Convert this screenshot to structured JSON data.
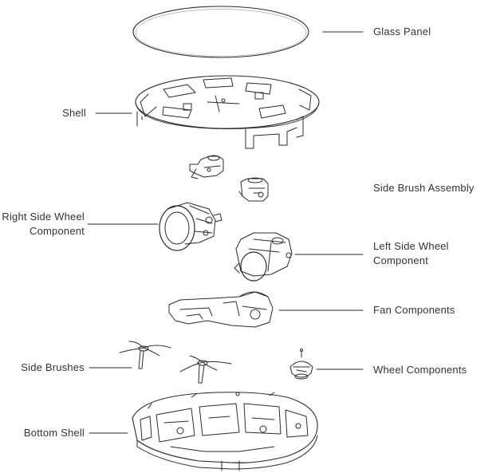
{
  "colors": {
    "line": "#2b2b2b",
    "text": "#333333",
    "background": "#ffffff"
  },
  "labels": {
    "glass_panel": "Glass Panel",
    "shell": "Shell",
    "side_brush_assembly": "Side Brush Assembly",
    "right_side_wheel_line1": "Right Side Wheel",
    "right_side_wheel_line2": "Component",
    "left_side_wheel_line1": "Left Side Wheel",
    "left_side_wheel_line2": "Component",
    "fan_components": "Fan Components",
    "side_brushes": "Side Brushes",
    "wheel_components": "Wheel Components",
    "bottom_shell": "Bottom Shell"
  }
}
